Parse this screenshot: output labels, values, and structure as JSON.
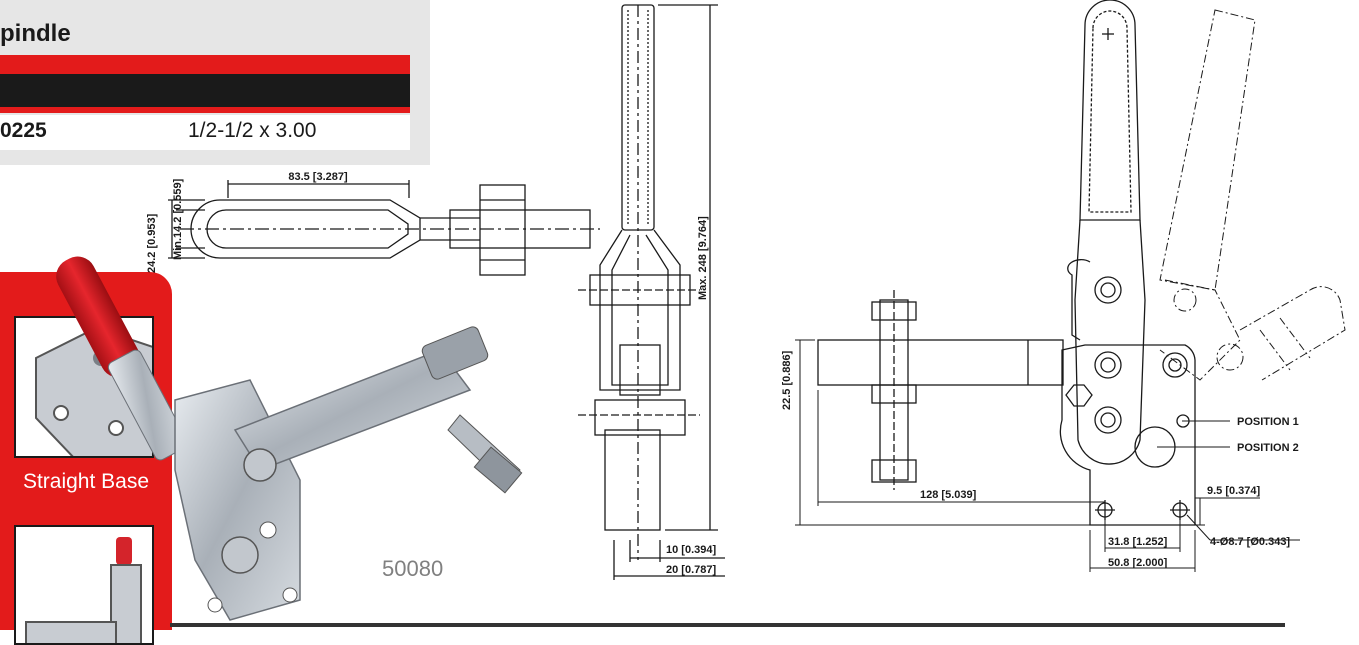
{
  "spec": {
    "title": "pindle",
    "model_code": "0225",
    "spindle_size": "1/2-1/2 x 3.00"
  },
  "thumbnails": {
    "straight_base_caption": "Straight Base"
  },
  "part_number": "50080",
  "dimensions": {
    "top_length": "83.5 [3.287]",
    "top_width": "24.2 [0.953]",
    "top_min": "Min.14.2 [0.559]",
    "max_height": "Max. 248 [9.764]",
    "side_w1": "10 [0.394]",
    "side_w2": "20 [0.787]",
    "arm_height": "22.5 [0.886]",
    "reach": "128 [5.039]",
    "offset": "9.5 [0.374]",
    "hole_spacing": "31.8 [1.252]",
    "base_width": "50.8 [2.000]",
    "holes": "4-Ø8.7 [Ø0.343]",
    "position1": "POSITION 1",
    "position2": "POSITION 2"
  },
  "colors": {
    "accent": "#e31b1b",
    "dark": "#1a1a1a",
    "panel": "#e6e6e6"
  }
}
